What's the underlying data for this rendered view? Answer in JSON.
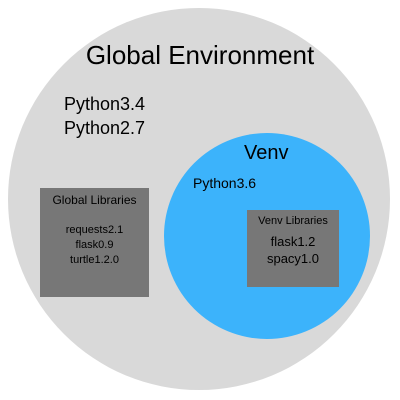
{
  "global_environment": {
    "title": "Global Environment",
    "pythons": [
      "Python3.4",
      "Python2.7"
    ],
    "libraries": {
      "title": "Global Libraries",
      "items": [
        "requests2.1",
        "flask0.9",
        "turtle1.2.0"
      ]
    }
  },
  "venv": {
    "title": "Venv",
    "python": "Python3.6",
    "libraries": {
      "title": "Venv Libraries",
      "items": [
        "flask1.2",
        "spacy1.0"
      ]
    }
  },
  "colors": {
    "global_fill": "#d9d9d9",
    "venv_fill": "#3cb3fb",
    "library_box_fill": "#777777"
  }
}
